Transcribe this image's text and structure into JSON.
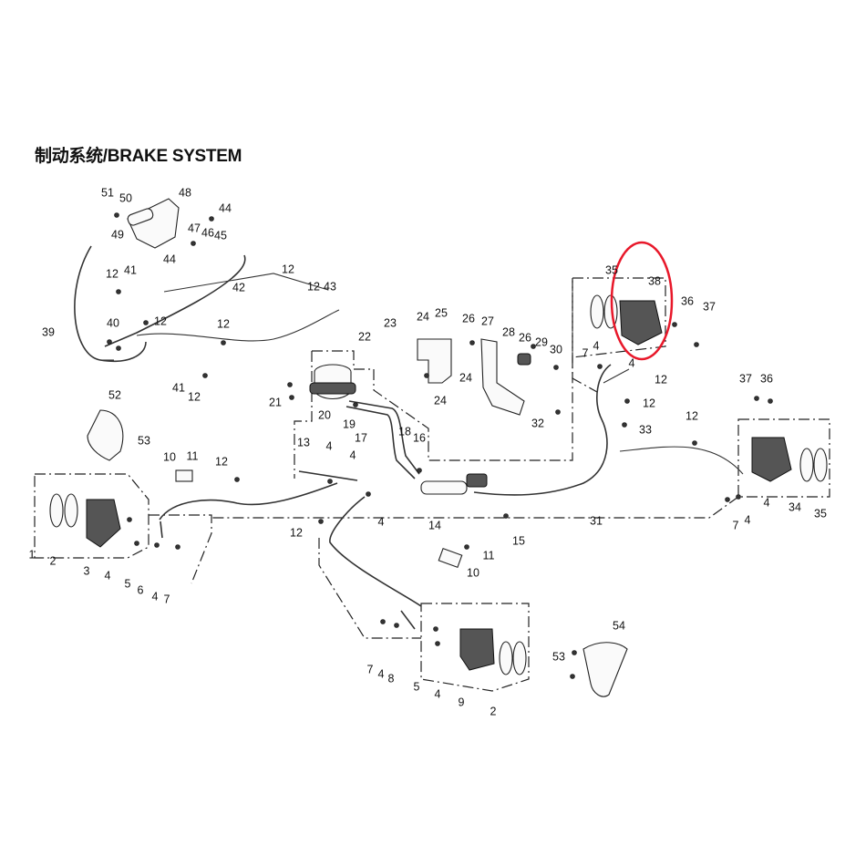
{
  "title": "制动系统/BRAKE SYSTEM",
  "highlight": {
    "color": "#e8182a",
    "label": "38"
  },
  "callouts": [
    {
      "id": "c51",
      "text": "51"
    },
    {
      "id": "c50",
      "text": "50"
    },
    {
      "id": "c48",
      "text": "48"
    },
    {
      "id": "c44a",
      "text": "44"
    },
    {
      "id": "c49",
      "text": "49"
    },
    {
      "id": "c47",
      "text": "47"
    },
    {
      "id": "c46",
      "text": "46"
    },
    {
      "id": "c45",
      "text": "45"
    },
    {
      "id": "c44b",
      "text": "44"
    },
    {
      "id": "c12a",
      "text": "12"
    },
    {
      "id": "c41a",
      "text": "41"
    },
    {
      "id": "c42",
      "text": "42"
    },
    {
      "id": "c12b",
      "text": "12"
    },
    {
      "id": "c12c",
      "text": "12"
    },
    {
      "id": "c43",
      "text": "43"
    },
    {
      "id": "c12d",
      "text": "12"
    },
    {
      "id": "c40",
      "text": "40"
    },
    {
      "id": "c39",
      "text": "39"
    },
    {
      "id": "c12e",
      "text": "12"
    },
    {
      "id": "c41b",
      "text": "41"
    },
    {
      "id": "c12f",
      "text": "12"
    },
    {
      "id": "c52",
      "text": "52"
    },
    {
      "id": "c53a",
      "text": "53"
    },
    {
      "id": "c22",
      "text": "22"
    },
    {
      "id": "c23",
      "text": "23"
    },
    {
      "id": "c21",
      "text": "21"
    },
    {
      "id": "c20",
      "text": "20"
    },
    {
      "id": "c19",
      "text": "19"
    },
    {
      "id": "c18",
      "text": "18"
    },
    {
      "id": "c17",
      "text": "17"
    },
    {
      "id": "c16",
      "text": "16"
    },
    {
      "id": "c24a",
      "text": "24"
    },
    {
      "id": "c25",
      "text": "25"
    },
    {
      "id": "c26a",
      "text": "26"
    },
    {
      "id": "c27",
      "text": "27"
    },
    {
      "id": "c24b",
      "text": "24"
    },
    {
      "id": "c24c",
      "text": "24"
    },
    {
      "id": "c28",
      "text": "28"
    },
    {
      "id": "c26b",
      "text": "26"
    },
    {
      "id": "c29",
      "text": "29"
    },
    {
      "id": "c30",
      "text": "30"
    },
    {
      "id": "c32",
      "text": "32"
    },
    {
      "id": "c35a",
      "text": "35"
    },
    {
      "id": "c38",
      "text": "38"
    },
    {
      "id": "c36a",
      "text": "36"
    },
    {
      "id": "c37a",
      "text": "37"
    },
    {
      "id": "c7a",
      "text": "7"
    },
    {
      "id": "c4a",
      "text": "4"
    },
    {
      "id": "c4b",
      "text": "4"
    },
    {
      "id": "c12g",
      "text": "12"
    },
    {
      "id": "c12h",
      "text": "12"
    },
    {
      "id": "c33",
      "text": "33"
    },
    {
      "id": "c12i",
      "text": "12"
    },
    {
      "id": "c37b",
      "text": "37"
    },
    {
      "id": "c36b",
      "text": "36"
    },
    {
      "id": "c10a",
      "text": "10"
    },
    {
      "id": "c11a",
      "text": "11"
    },
    {
      "id": "c12j",
      "text": "12"
    },
    {
      "id": "c13",
      "text": "13"
    },
    {
      "id": "c4c",
      "text": "4"
    },
    {
      "id": "c4d",
      "text": "4"
    },
    {
      "id": "c14",
      "text": "14"
    },
    {
      "id": "c15",
      "text": "15"
    },
    {
      "id": "c31",
      "text": "31"
    },
    {
      "id": "c4e",
      "text": "4"
    },
    {
      "id": "c7b",
      "text": "7"
    },
    {
      "id": "c4f",
      "text": "4"
    },
    {
      "id": "c34",
      "text": "34"
    },
    {
      "id": "c35b",
      "text": "35"
    },
    {
      "id": "c1",
      "text": "1"
    },
    {
      "id": "c2a",
      "text": "2"
    },
    {
      "id": "c3",
      "text": "3"
    },
    {
      "id": "c4g",
      "text": "4"
    },
    {
      "id": "c5a",
      "text": "5"
    },
    {
      "id": "c6",
      "text": "6"
    },
    {
      "id": "c4h",
      "text": "4"
    },
    {
      "id": "c7c",
      "text": "7"
    },
    {
      "id": "c12k",
      "text": "12"
    },
    {
      "id": "c4i",
      "text": "4"
    },
    {
      "id": "c11b",
      "text": "11"
    },
    {
      "id": "c10b",
      "text": "10"
    },
    {
      "id": "c7d",
      "text": "7"
    },
    {
      "id": "c4j",
      "text": "4"
    },
    {
      "id": "c8",
      "text": "8"
    },
    {
      "id": "c5b",
      "text": "5"
    },
    {
      "id": "c4k",
      "text": "4"
    },
    {
      "id": "c9",
      "text": "9"
    },
    {
      "id": "c2b",
      "text": "2"
    },
    {
      "id": "c54",
      "text": "54"
    },
    {
      "id": "c53b",
      "text": "53"
    }
  ]
}
